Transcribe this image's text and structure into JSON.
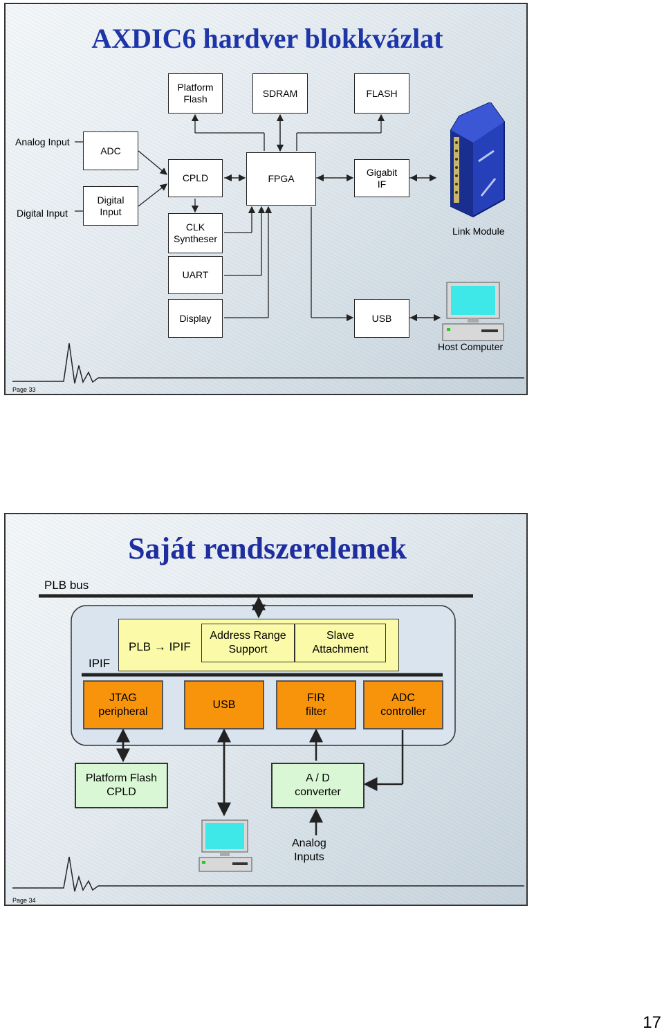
{
  "slide1": {
    "title": "AXDIC6 hardver blokkvázlat",
    "page_label": "Page 33",
    "labels": {
      "analog_input": "Analog Input",
      "digital_input": "Digital Input",
      "link_module": "Link Module",
      "host_computer": "Host Computer"
    },
    "boxes": {
      "platform_flash": "Platform\nFlash",
      "sdram": "SDRAM",
      "flash": "FLASH",
      "adc": "ADC",
      "digital_input": "Digital\nInput",
      "cpld": "CPLD",
      "fpga": "FPGA",
      "gigabit_if": "Gigabit\nIF",
      "clk_syntheser": "CLK\nSyntheser",
      "uart": "UART",
      "display": "Display",
      "usb": "USB"
    }
  },
  "slide2": {
    "title": "Saját rendszerelemek",
    "page_label": "Page 34",
    "plb_bus": "PLB bus",
    "ipif": "IPIF",
    "plb_ipif": "PLB → IPIF",
    "address_range": "Address Range\nSupport",
    "slave_attachment": "Slave\nAttachment",
    "peripherals": {
      "jtag": "JTAG\nperipheral",
      "usb": "USB",
      "fir": "FIR\nfilter",
      "adc_controller": "ADC\ncontroller"
    },
    "platform_flash_cpld": "Platform Flash\nCPLD",
    "ad_converter": "A / D\nconverter",
    "analog_inputs": "Analog\nInputs"
  },
  "page_number": "17"
}
